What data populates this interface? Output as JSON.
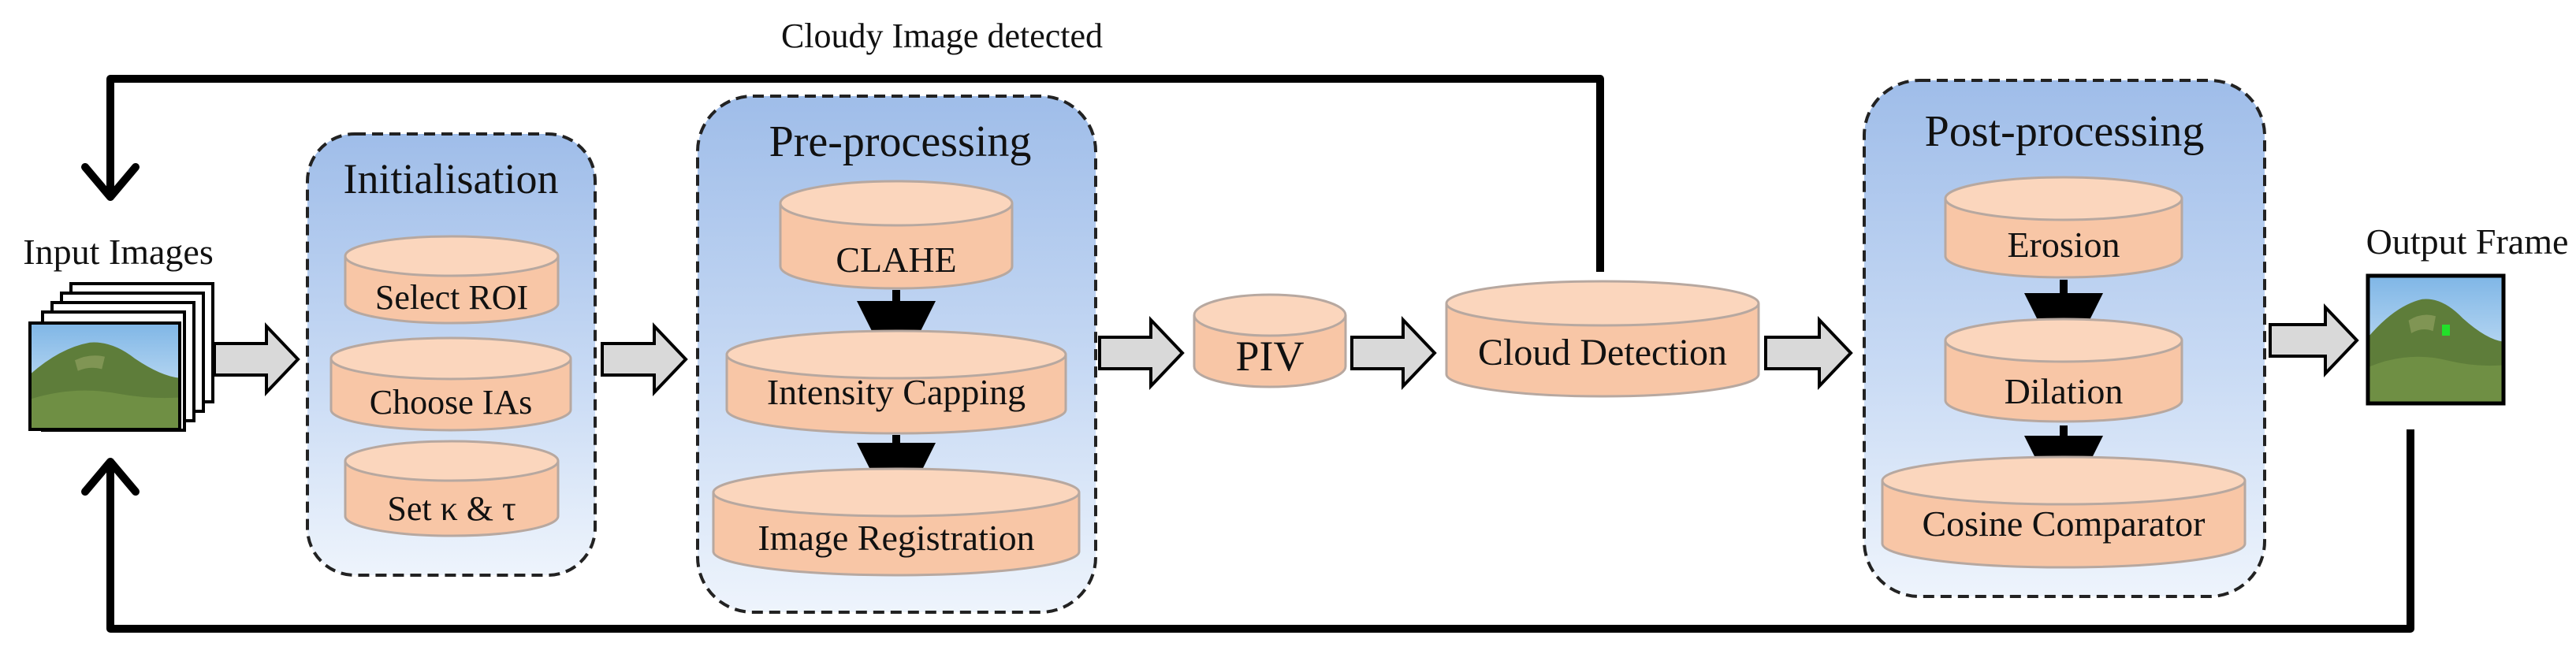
{
  "feedback": {
    "top_label": "Cloudy Image detected"
  },
  "input": {
    "label": "Input Images"
  },
  "output": {
    "label": "Output Frame"
  },
  "initialisation": {
    "title": "Initialisation",
    "items": [
      "Select ROI",
      "Choose IAs",
      "Set κ & τ"
    ]
  },
  "preprocessing": {
    "title": "Pre-processing",
    "items": [
      "CLAHE",
      "Intensity Capping",
      "Image Registration"
    ]
  },
  "piv": {
    "label": "PIV"
  },
  "cloud_detection": {
    "label": "Cloud Detection"
  },
  "postprocessing": {
    "title": "Post-processing",
    "items": [
      "Erosion",
      "Dilation",
      "Cosine Comparator"
    ]
  },
  "colors": {
    "cylinder_fill": "#f8c6a6",
    "cylinder_top": "#fbd6bd",
    "cylinder_stroke": "#b7a8a0",
    "panel_light": "#e6effb",
    "panel_dark": "#9fbde9",
    "arrow_fill": "#d9d9d9",
    "line": "#000000"
  }
}
